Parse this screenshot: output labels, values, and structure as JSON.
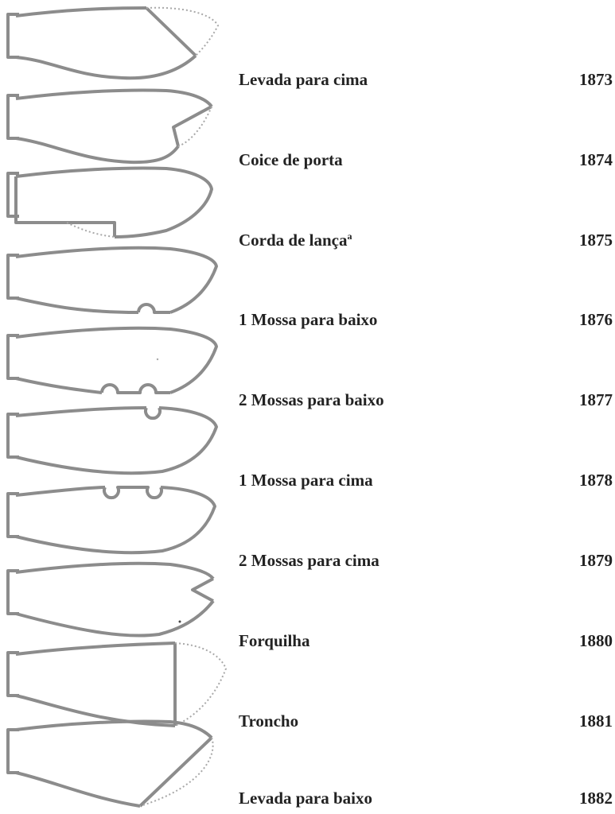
{
  "stroke_color": "#8c8c8c",
  "entries": [
    {
      "label": "Levada para cima",
      "number": "1873",
      "mark_icon": "ear-notch-upper-cut-icon"
    },
    {
      "label": "Coice de porta",
      "number": "1874",
      "mark_icon": "ear-notch-tip-wedge-icon"
    },
    {
      "label": "Corda de lança",
      "label_sup": "a",
      "number": "1875",
      "mark_icon": "ear-notch-lower-step-icon"
    },
    {
      "label": "1 Mossa para baixo",
      "number": "1876",
      "mark_icon": "ear-notch-one-lower-icon"
    },
    {
      "label": "2 Mossas para baixo",
      "number": "1877",
      "mark_icon": "ear-notch-two-lower-icon"
    },
    {
      "label": "1 Mossa para cima",
      "number": "1878",
      "mark_icon": "ear-notch-one-upper-icon"
    },
    {
      "label": "2 Mossas para cima",
      "number": "1879",
      "mark_icon": "ear-notch-two-upper-icon"
    },
    {
      "label": "Forquilha",
      "number": "1880",
      "mark_icon": "ear-notch-fork-icon"
    },
    {
      "label": "Troncho",
      "number": "1881",
      "mark_icon": "ear-notch-cropped-icon"
    },
    {
      "label": "Levada para baixo",
      "number": "1882",
      "mark_icon": "ear-notch-lower-cut-icon"
    }
  ]
}
